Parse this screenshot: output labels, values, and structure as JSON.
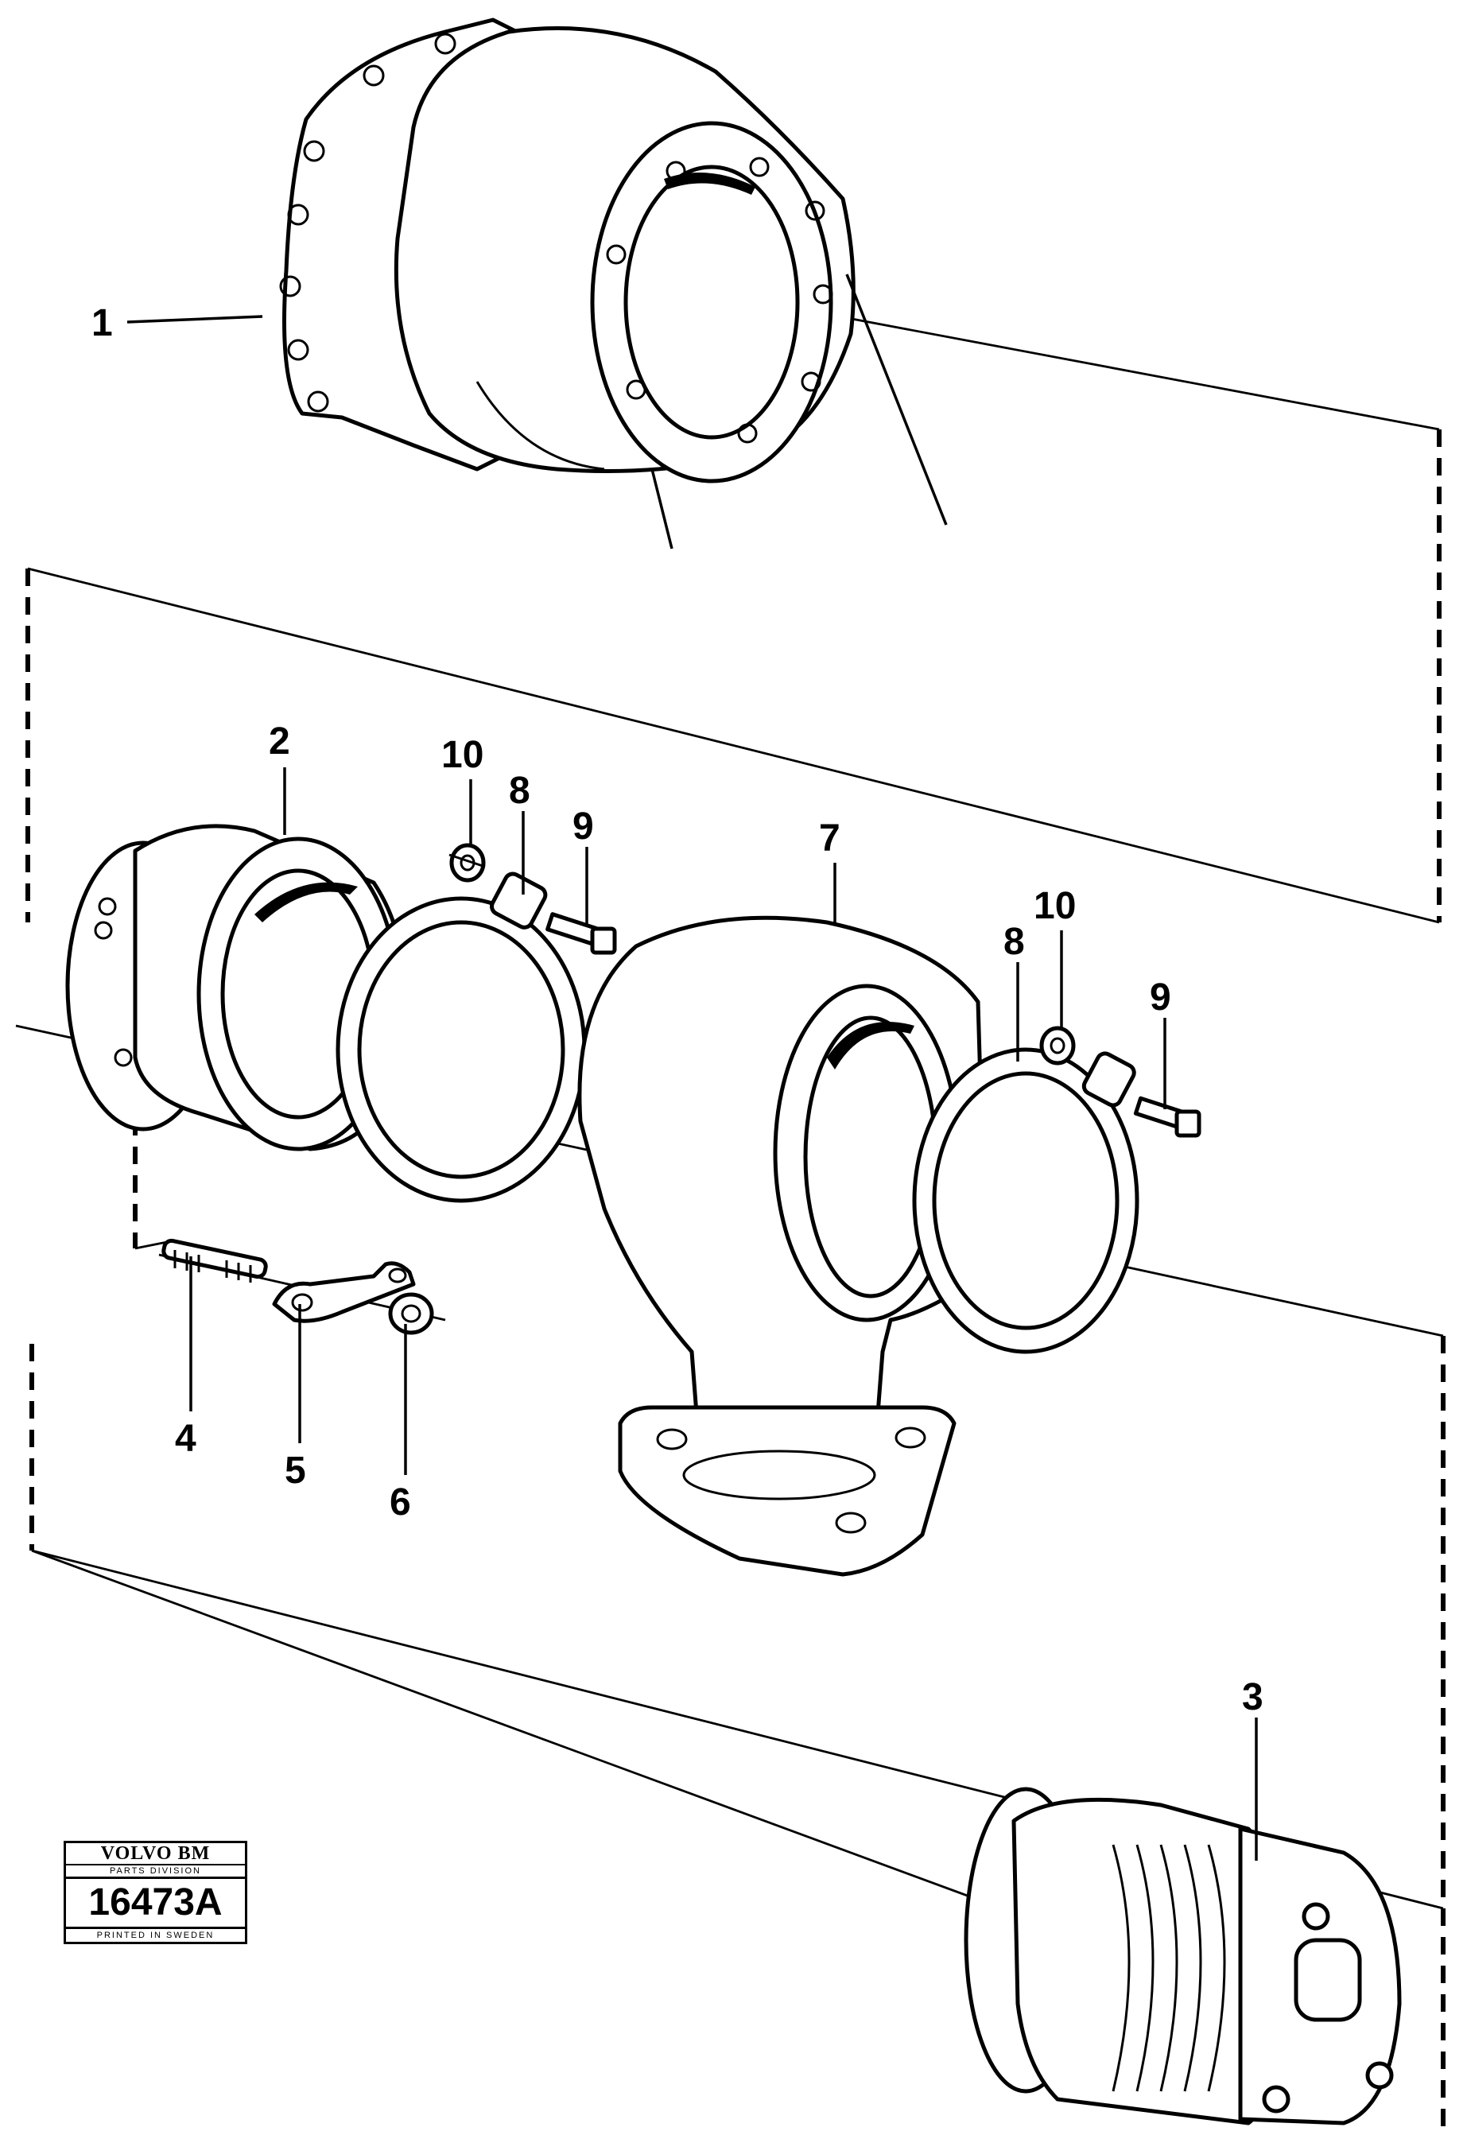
{
  "callouts": [
    "1",
    "2",
    "3",
    "4",
    "5",
    "6",
    "7",
    "8",
    "9",
    "10"
  ],
  "stamp": {
    "brand": "VOLVO BM",
    "division": "PARTS DIVISION",
    "number": "16473A",
    "printed": "PRINTED IN SWEDEN"
  }
}
